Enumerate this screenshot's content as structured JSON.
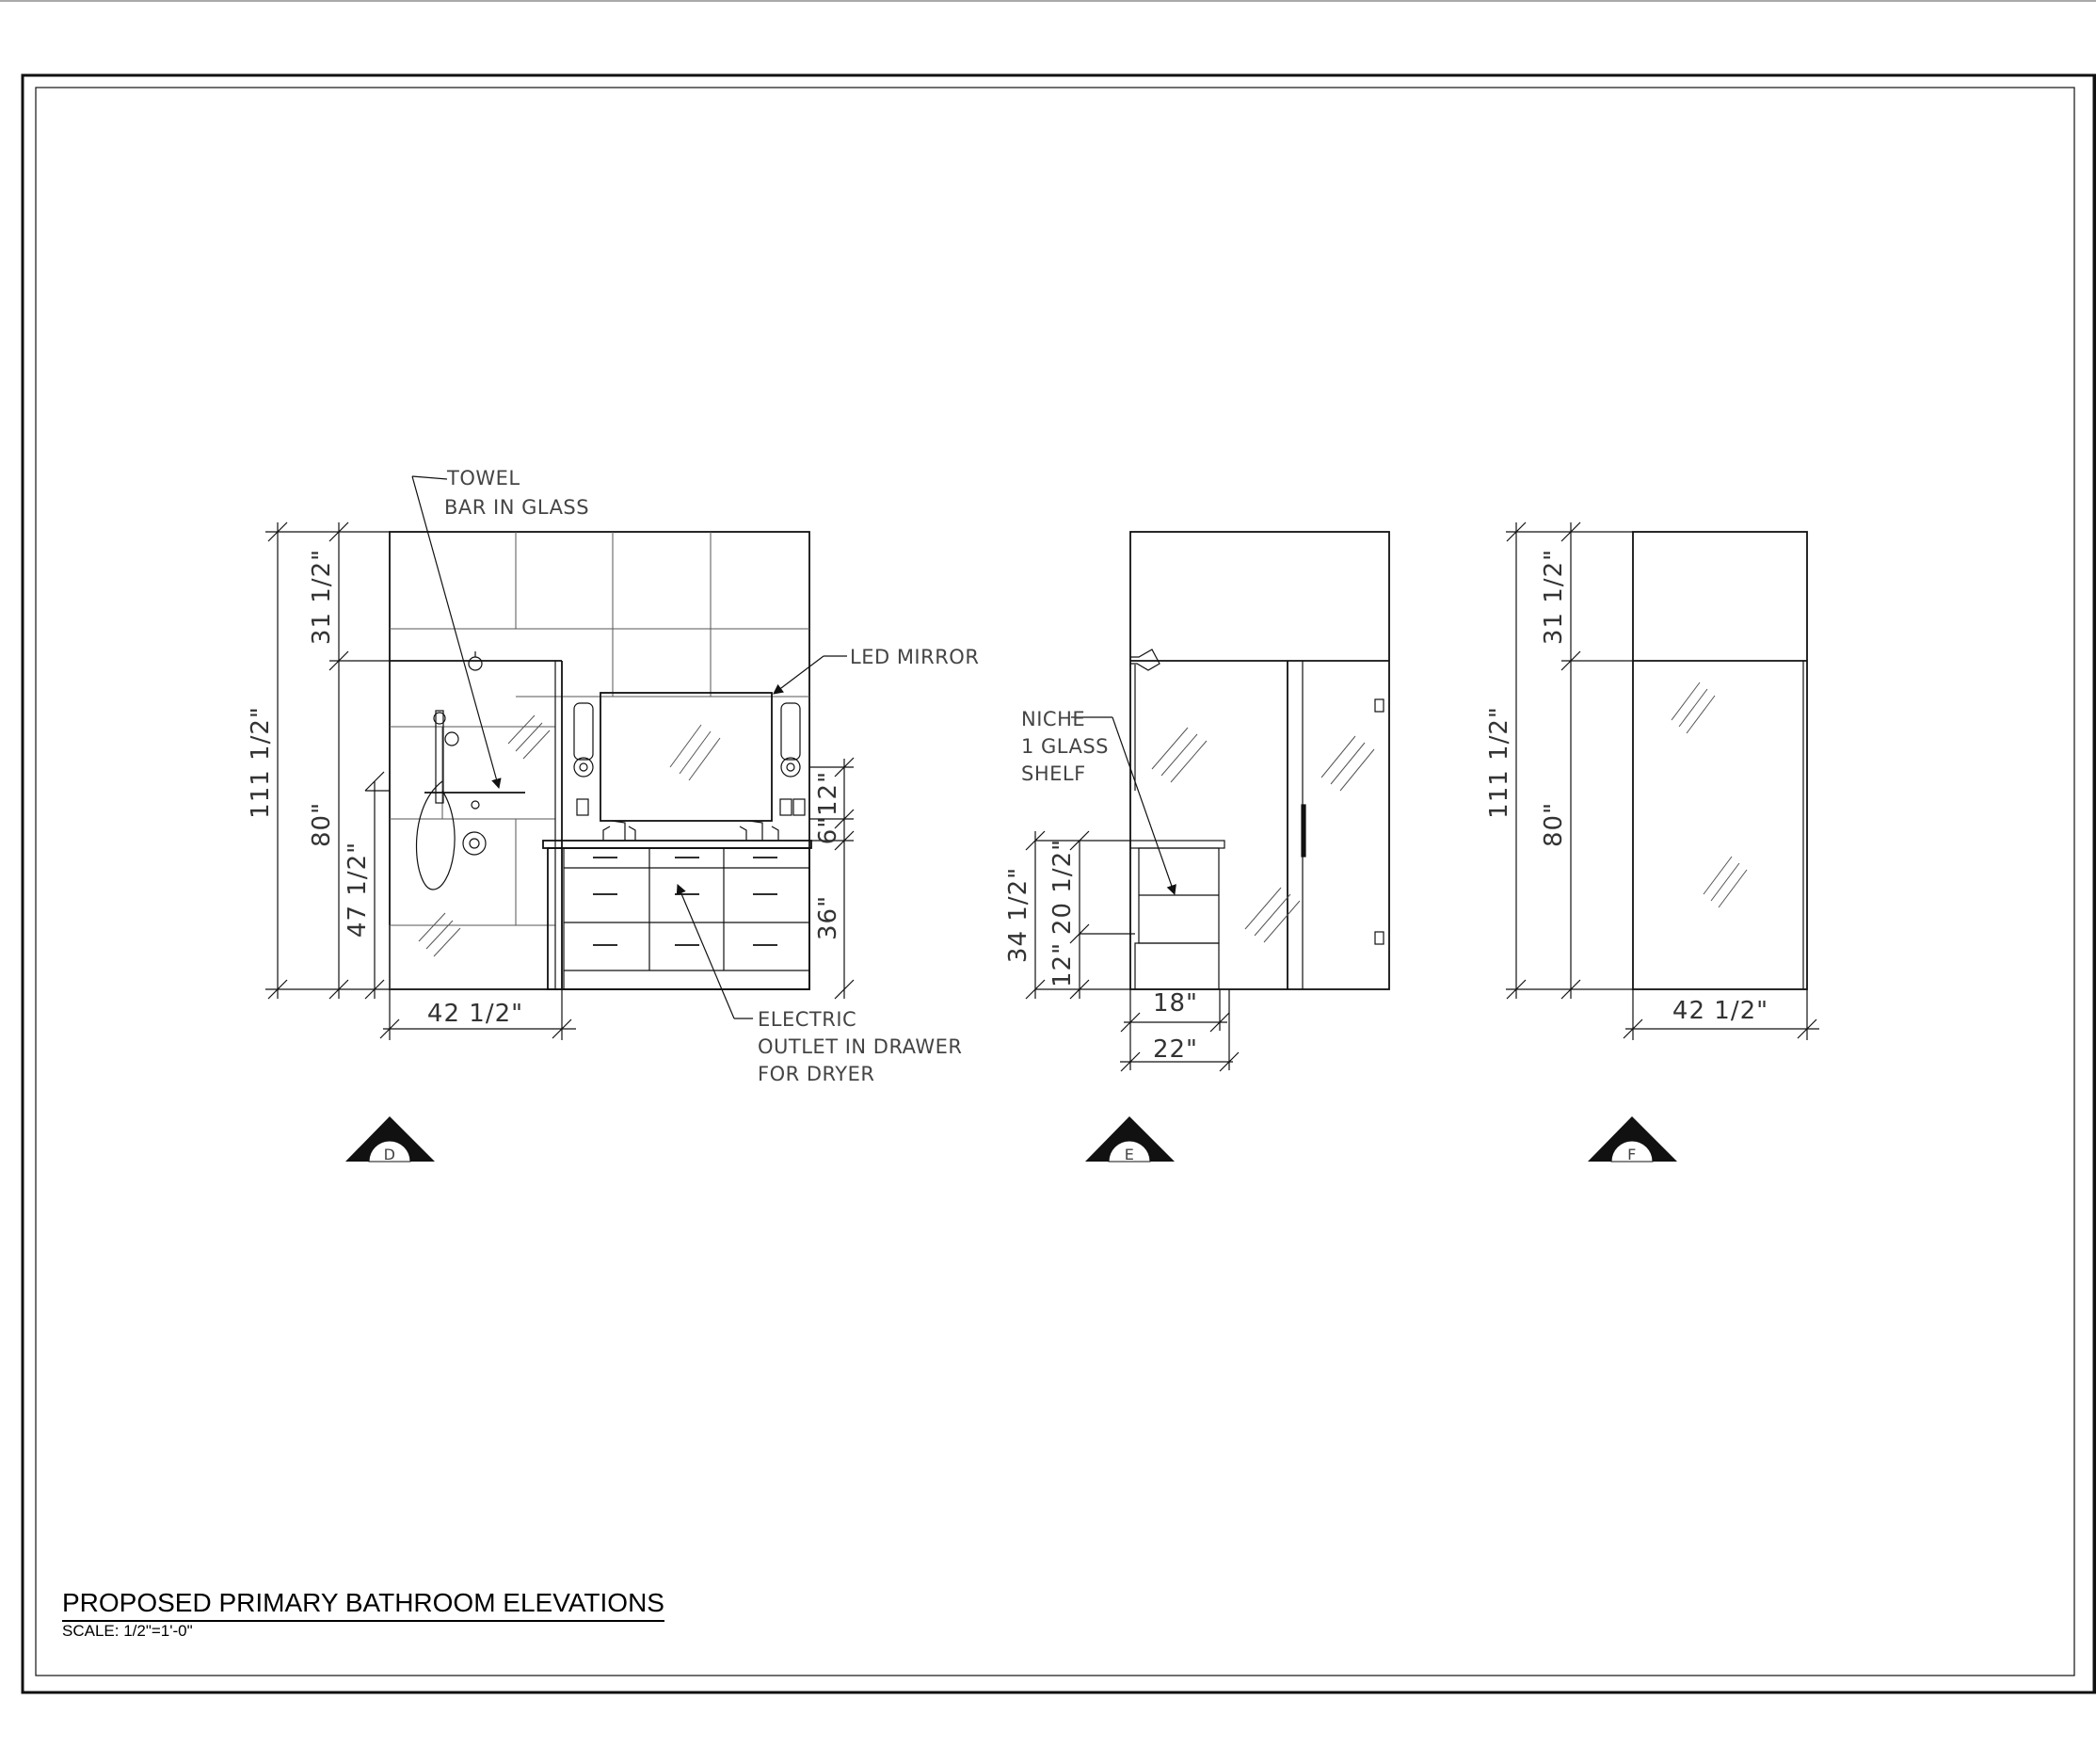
{
  "title_block": {
    "title": "PROPOSED PRIMARY BATHROOM ELEVATIONS",
    "scale": "SCALE: 1/2\"=1'-0\""
  },
  "elevation_d": {
    "marker": "D",
    "callouts": {
      "towel_1": "TOWEL",
      "towel_2": "BAR IN GLASS",
      "mirror": "LED MIRROR",
      "outlet_1": "ELECTRIC",
      "outlet_2": "OUTLET IN DRAWER",
      "outlet_3": "FOR DRYER"
    },
    "dims": {
      "total_height": "111 1/2\"",
      "upper": "31 1/2\"",
      "glass_height": "80\"",
      "lower": "47 1/2\"",
      "shower_width": "42 1/2\"",
      "splash_12": "12\"",
      "splash_6": "6\"",
      "vanity_height": "36\""
    }
  },
  "elevation_e": {
    "marker": "E",
    "callouts": {
      "niche_1": "NICHE",
      "niche_2": "1 GLASS",
      "niche_3": "SHELF"
    },
    "dims": {
      "overall": "34 1/2\"",
      "niche_height": "20 1/2\"",
      "niche_bottom": "12\"",
      "niche_width": "18\"",
      "vanity_depth": "22\""
    }
  },
  "elevation_f": {
    "marker": "F",
    "dims": {
      "total_height": "111 1/2\"",
      "upper": "31 1/2\"",
      "glass_height": "80\"",
      "width": "42 1/2\""
    }
  }
}
